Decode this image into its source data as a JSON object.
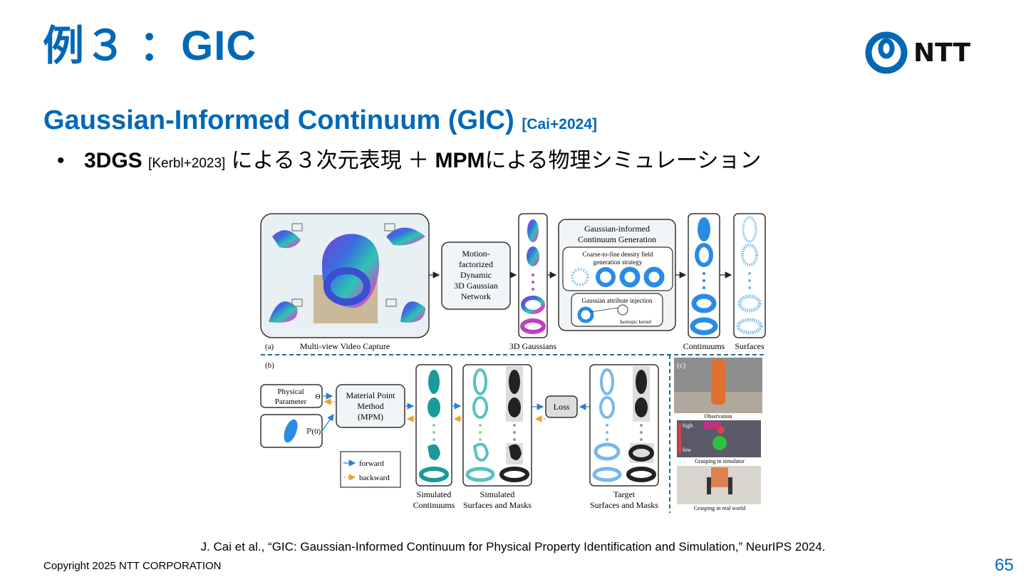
{
  "slide": {
    "title": "例３ ：GIC",
    "logo_text": "NTT",
    "subtitle": "Gaussian-Informed Continuum (GIC)",
    "subtitle_ref": "[Cai+2024]",
    "bullet": {
      "part1": "3DGS",
      "ref1": "[Kerbl+2023]",
      "part2": "による３次元表現 ＋ ",
      "part3": "MPM",
      "part4": "による物理シミュレーション"
    },
    "citation": "J. Cai et al., “GIC: Gaussian-Informed Continuum for Physical Property Identification and Simulation,” NeurIPS 2024.",
    "copyright": "Copyright 2025 NTT CORPORATION",
    "page_number": "65"
  },
  "figure": {
    "panel_a_label": "(a)",
    "panel_b_label": "(b)",
    "panel_c_label": "(c)",
    "multiview_caption": "Multi-view Video Capture",
    "motion_net": [
      "Motion-",
      "factorized",
      "Dynamic",
      "3D Gaussian",
      "Network"
    ],
    "gaussians_caption": "3D Gaussians",
    "gic_title": [
      "Gaussian-informed",
      "Continuum Generation"
    ],
    "coarse_to_fine": [
      "Coarse-to-fine density field",
      "generation strategy"
    ],
    "attr_injection": "Gaussian attribute injection",
    "isotropic_kernel": "Isotropic kernel",
    "continuums_caption": "Continuums",
    "surfaces_caption": "Surfaces",
    "physical_parameter": [
      "Physical",
      "Parameter"
    ],
    "theta": "Θ",
    "p0": "ℙ(0)",
    "mpm": [
      "Material Point",
      "Method",
      "(MPM)"
    ],
    "loss": "Loss",
    "forward": "forward",
    "backward": "backward",
    "sim_continuums": [
      "Simulated",
      "Continuums"
    ],
    "sim_surfaces": [
      "Simulated",
      "Surfaces and Masks"
    ],
    "target": [
      "Target",
      "Surfaces and Masks"
    ],
    "observation": "Observation",
    "grasp_sim": "Grasping in simulator",
    "grasp_real": "Grasping in real world",
    "high": "high",
    "low": "low"
  },
  "colors": {
    "ntt_blue": "#0068b7",
    "torus_blue": "#2a8be6",
    "teal": "#1a9a9a",
    "dashed_line": "#2a6a8a"
  }
}
